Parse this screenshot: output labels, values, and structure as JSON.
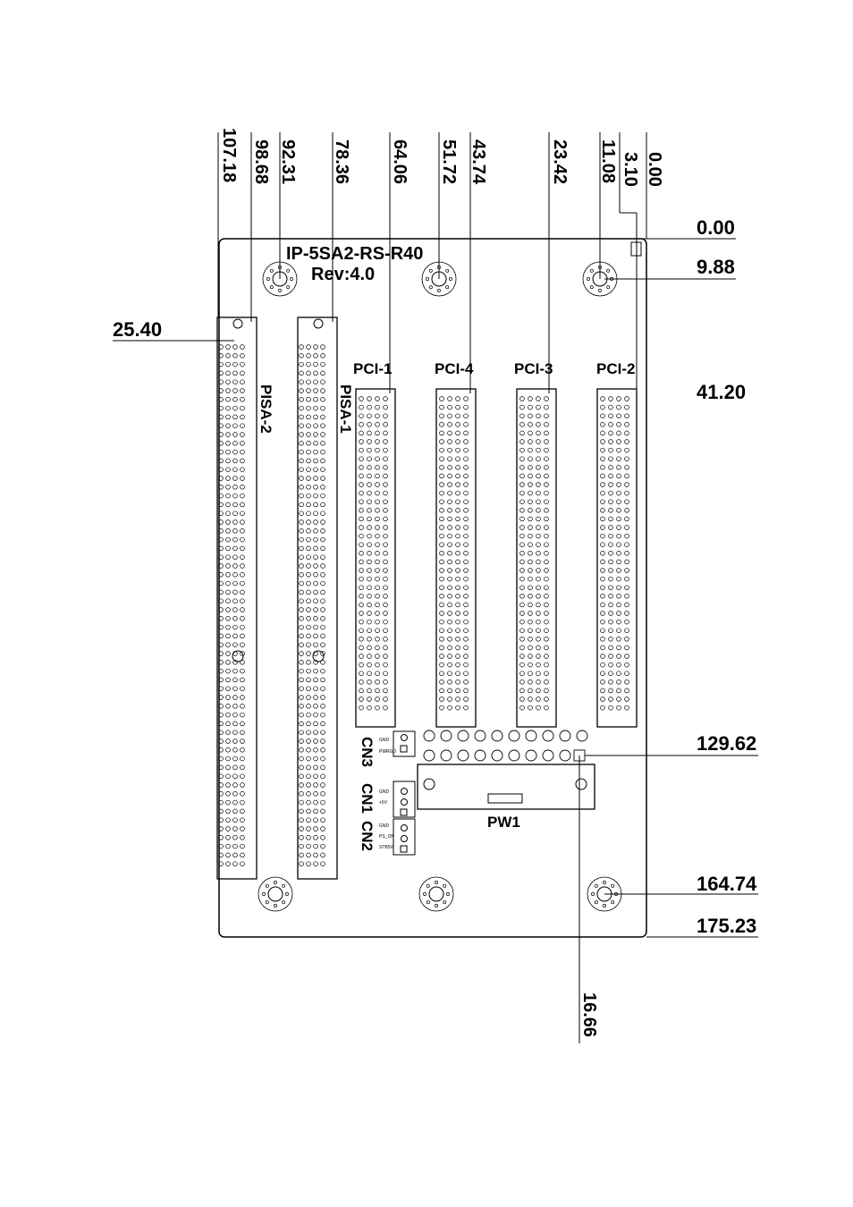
{
  "board": {
    "model": "IP-5SA2-RS-R40",
    "revision": "Rev:4.0"
  },
  "top_dimensions": [
    "107.18",
    "98.68",
    "92.31",
    "78.36",
    "64.06",
    "51.72",
    "43.74",
    "23.42",
    "11.08",
    "3.10",
    "0.00"
  ],
  "right_dimensions": [
    "0.00",
    "9.88",
    "41.20",
    "129.62",
    "164.74",
    "175.23"
  ],
  "left_dimension": "25.40",
  "bottom_dimension": "16.66",
  "slots": {
    "isa": [
      "PISA-2",
      "PISA-1"
    ],
    "pci": [
      "PCI-1",
      "PCI-4",
      "PCI-3",
      "PCI-2"
    ]
  },
  "connectors": {
    "cn3": "CN3",
    "cn1": "CN1",
    "cn2": "CN2",
    "pw1": "PW1"
  },
  "pin_labels": {
    "cn3": [
      "GND",
      "PWRGD"
    ],
    "cn1": [
      "GND",
      "+5V"
    ],
    "cn2": [
      "GND",
      "PS_ON",
      "STB5V"
    ]
  }
}
